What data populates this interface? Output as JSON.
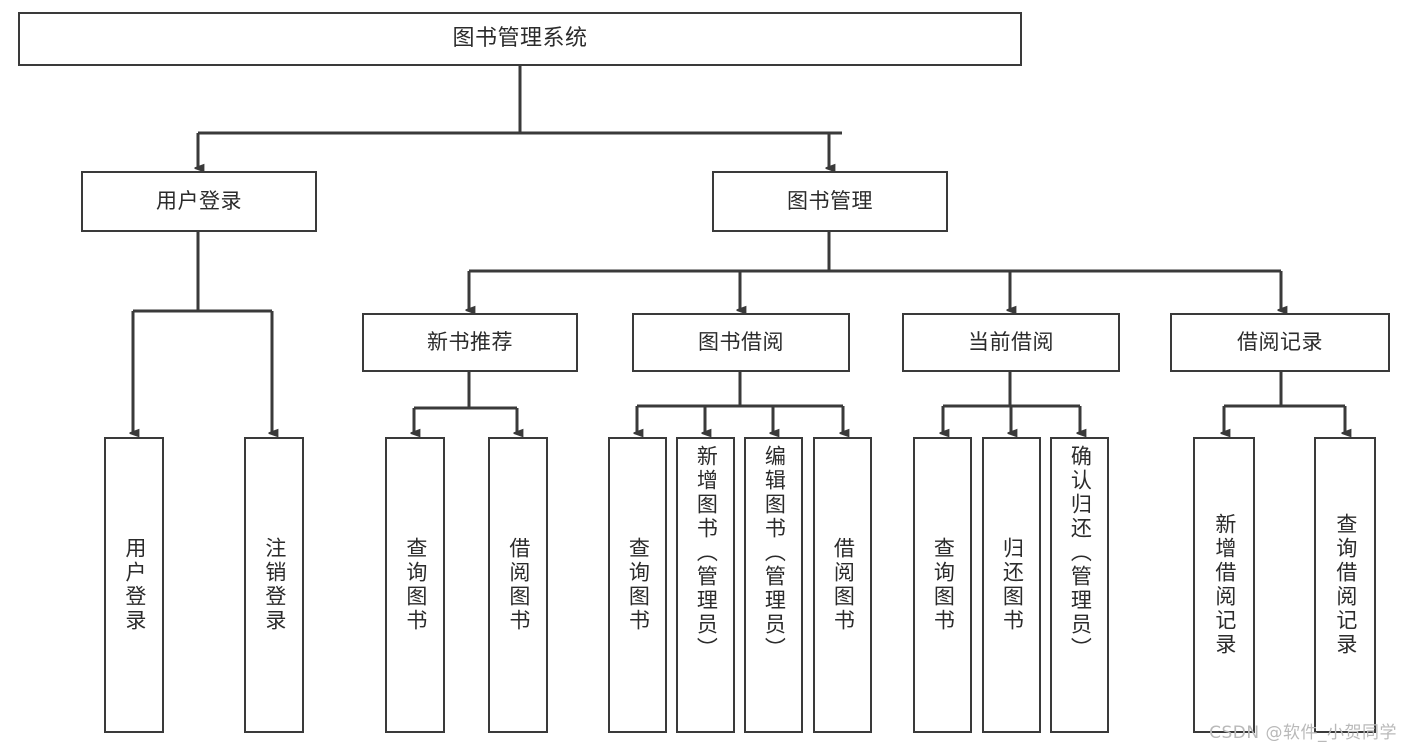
{
  "diagram": {
    "title": "图书管理系统",
    "type": "tree",
    "watermark": "CSDN @软件_小贺同学",
    "colors": {
      "border": "#3a3a3a",
      "text": "#2b2b2b",
      "background": "#ffffff",
      "connector": "#3a3a3a",
      "watermark": "#b9b9b9"
    },
    "nodes": {
      "root": "图书管理系统",
      "level2": [
        "用户登录",
        "图书管理"
      ],
      "level3": [
        "新书推荐",
        "图书借阅",
        "当前借阅",
        "借阅记录"
      ],
      "leaves": {
        "user_login": [
          "用户登录",
          "注销登录"
        ],
        "new_book": [
          "查询图书",
          "借阅图书"
        ],
        "book_borrow": [
          "查询图书",
          "新增图书（管理员）",
          "编辑图书（管理员）",
          "借阅图书"
        ],
        "current_borrow": [
          "查询图书",
          "归还图书",
          "确认归还（管理员）"
        ],
        "borrow_record": [
          "新增借阅记录",
          "查询借阅记录"
        ]
      }
    }
  }
}
